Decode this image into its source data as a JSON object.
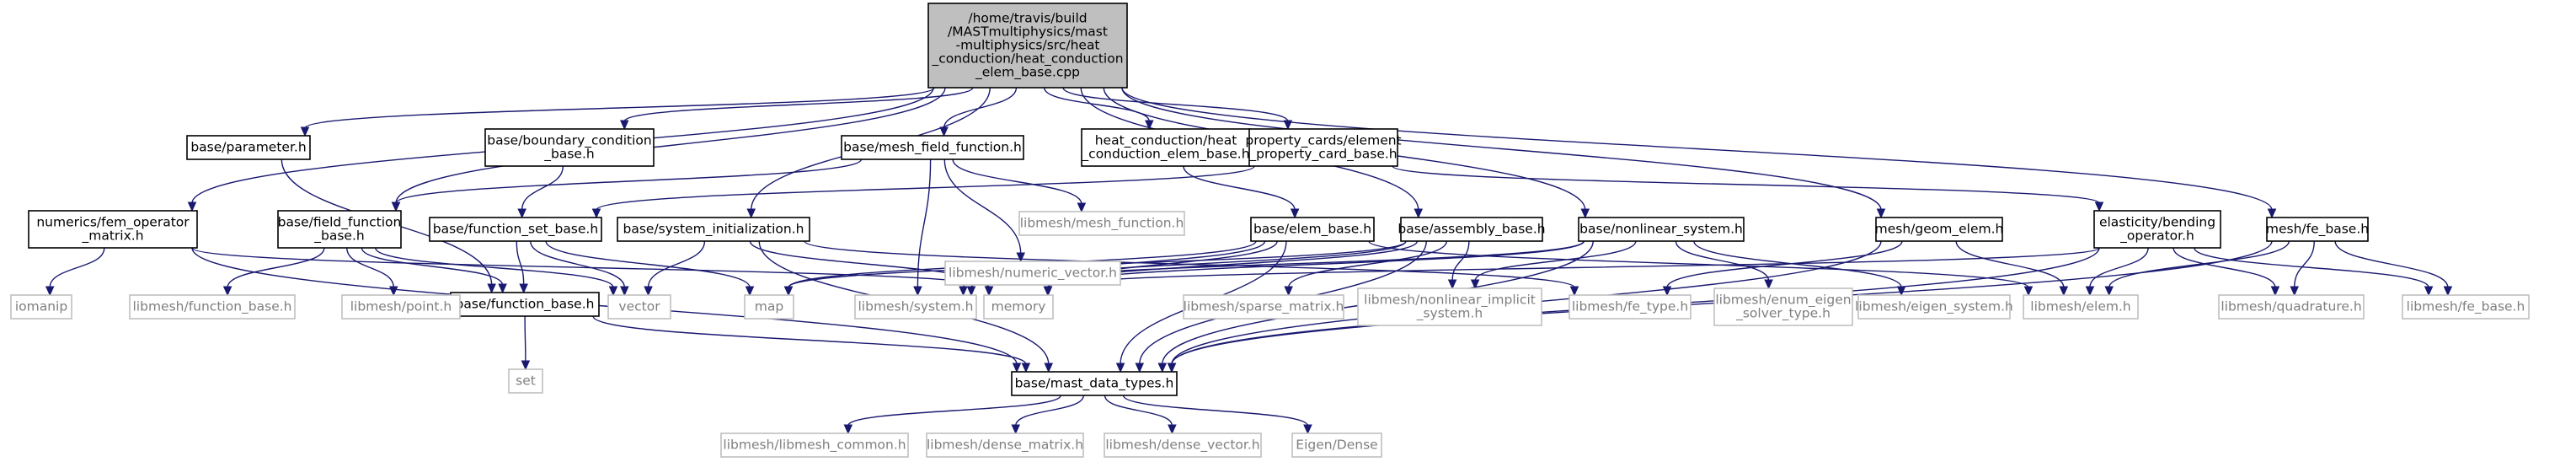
{
  "nodes": [
    {
      "id": "root",
      "kind": "root",
      "lines": [
        "/home/travis/build",
        "/MASTmultiphysics/mast",
        "-multiphysics/src/heat",
        "_conduction/heat_conduction",
        "_elem_base.cpp"
      ]
    },
    {
      "id": "numerics_fem_operator_matrix_h",
      "kind": "local",
      "lines": [
        "numerics/fem_operator",
        "_matrix.h"
      ]
    },
    {
      "id": "base_parameter_h",
      "kind": "local",
      "lines": [
        "base/parameter.h"
      ]
    },
    {
      "id": "base_boundary_condition_base_h",
      "kind": "local",
      "lines": [
        "base/boundary_condition",
        "_base.h"
      ]
    },
    {
      "id": "base_mesh_field_function_h",
      "kind": "local",
      "lines": [
        "base/mesh_field_function.h"
      ]
    },
    {
      "id": "heat_conduction_elem_base_h",
      "kind": "local",
      "lines": [
        "heat_conduction/heat",
        "_conduction_elem_base.h"
      ]
    },
    {
      "id": "property_cards_element_property_card_base_h",
      "kind": "local",
      "lines": [
        "property_cards/element",
        "_property_card_base.h"
      ]
    },
    {
      "id": "base_field_function_base_h",
      "kind": "local",
      "lines": [
        "base/field_function",
        "_base.h"
      ]
    },
    {
      "id": "base_function_set_base_h",
      "kind": "local",
      "lines": [
        "base/function_set_base.h"
      ]
    },
    {
      "id": "base_system_initialization_h",
      "kind": "local",
      "lines": [
        "base/system_initialization.h"
      ]
    },
    {
      "id": "base_elem_base_h",
      "kind": "local",
      "lines": [
        "base/elem_base.h"
      ]
    },
    {
      "id": "base_assembly_base_h",
      "kind": "local",
      "lines": [
        "base/assembly_base.h"
      ]
    },
    {
      "id": "base_nonlinear_system_h",
      "kind": "local",
      "lines": [
        "base/nonlinear_system.h"
      ]
    },
    {
      "id": "mesh_geom_elem_h",
      "kind": "local",
      "lines": [
        "mesh/geom_elem.h"
      ]
    },
    {
      "id": "elasticity_bending_operator_h",
      "kind": "local",
      "lines": [
        "elasticity/bending",
        "_operator.h"
      ]
    },
    {
      "id": "mesh_fe_base_h",
      "kind": "local",
      "lines": [
        "mesh/fe_base.h"
      ]
    },
    {
      "id": "base_function_base_h",
      "kind": "local",
      "lines": [
        "base/function_base.h"
      ]
    },
    {
      "id": "base_mast_data_types_h",
      "kind": "local",
      "lines": [
        "base/mast_data_types.h"
      ]
    },
    {
      "id": "iomanip",
      "kind": "external",
      "lines": [
        "iomanip"
      ]
    },
    {
      "id": "libmesh_function_base_h",
      "kind": "external",
      "lines": [
        "libmesh/function_base.h"
      ]
    },
    {
      "id": "libmesh_point_h",
      "kind": "external",
      "lines": [
        "libmesh/point.h"
      ]
    },
    {
      "id": "vector",
      "kind": "external",
      "lines": [
        "vector"
      ]
    },
    {
      "id": "map",
      "kind": "external",
      "lines": [
        "map"
      ]
    },
    {
      "id": "libmesh_system_h",
      "kind": "external",
      "lines": [
        "libmesh/system.h"
      ]
    },
    {
      "id": "memory",
      "kind": "external",
      "lines": [
        "memory"
      ]
    },
    {
      "id": "libmesh_numeric_vector_h",
      "kind": "external",
      "lines": [
        "libmesh/numeric_vector.h"
      ]
    },
    {
      "id": "libmesh_mesh_function_h",
      "kind": "external",
      "lines": [
        "libmesh/mesh_function.h"
      ]
    },
    {
      "id": "libmesh_sparse_matrix_h",
      "kind": "external",
      "lines": [
        "libmesh/sparse_matrix.h"
      ]
    },
    {
      "id": "libmesh_nonlinear_implicit_system_h",
      "kind": "external",
      "lines": [
        "libmesh/nonlinear_implicit",
        "_system.h"
      ]
    },
    {
      "id": "libmesh_fe_type_h",
      "kind": "external",
      "lines": [
        "libmesh/fe_type.h"
      ]
    },
    {
      "id": "libmesh_enum_eigen_solver_type_h",
      "kind": "external",
      "lines": [
        "libmesh/enum_eigen",
        "_solver_type.h"
      ]
    },
    {
      "id": "libmesh_eigen_system_h",
      "kind": "external",
      "lines": [
        "libmesh/eigen_system.h"
      ]
    },
    {
      "id": "libmesh_elem_h",
      "kind": "external",
      "lines": [
        "libmesh/elem.h"
      ]
    },
    {
      "id": "libmesh_quadrature_h",
      "kind": "external",
      "lines": [
        "libmesh/quadrature.h"
      ]
    },
    {
      "id": "libmesh_fe_base_h",
      "kind": "external",
      "lines": [
        "libmesh/fe_base.h"
      ]
    },
    {
      "id": "set",
      "kind": "external",
      "lines": [
        "set"
      ]
    },
    {
      "id": "libmesh_libmesh_common_h",
      "kind": "external",
      "lines": [
        "libmesh/libmesh_common.h"
      ]
    },
    {
      "id": "libmesh_dense_matrix_h",
      "kind": "external",
      "lines": [
        "libmesh/dense_matrix.h"
      ]
    },
    {
      "id": "libmesh_dense_vector_h",
      "kind": "external",
      "lines": [
        "libmesh/dense_vector.h"
      ]
    },
    {
      "id": "eigen_dense",
      "kind": "external",
      "lines": [
        "Eigen/Dense"
      ]
    }
  ],
  "edges": [
    [
      "root",
      "numerics_fem_operator_matrix_h"
    ],
    [
      "root",
      "base_parameter_h"
    ],
    [
      "root",
      "base_boundary_condition_base_h"
    ],
    [
      "root",
      "base_mesh_field_function_h"
    ],
    [
      "root",
      "heat_conduction_elem_base_h"
    ],
    [
      "root",
      "property_cards_element_property_card_base_h"
    ],
    [
      "root",
      "base_field_function_base_h"
    ],
    [
      "root",
      "base_system_initialization_h"
    ],
    [
      "root",
      "base_assembly_base_h"
    ],
    [
      "root",
      "base_nonlinear_system_h"
    ],
    [
      "root",
      "mesh_geom_elem_h"
    ],
    [
      "root",
      "mesh_fe_base_h"
    ],
    [
      "numerics_fem_operator_matrix_h",
      "iomanip"
    ],
    [
      "numerics_fem_operator_matrix_h",
      "memory"
    ],
    [
      "numerics_fem_operator_matrix_h",
      "base_mast_data_types_h"
    ],
    [
      "base_parameter_h",
      "base_function_base_h"
    ],
    [
      "base_boundary_condition_base_h",
      "base_function_set_base_h"
    ],
    [
      "base_mesh_field_function_h",
      "base_field_function_base_h"
    ],
    [
      "base_mesh_field_function_h",
      "libmesh_numeric_vector_h"
    ],
    [
      "base_mesh_field_function_h",
      "libmesh_mesh_function_h"
    ],
    [
      "base_mesh_field_function_h",
      "libmesh_system_h"
    ],
    [
      "heat_conduction_elem_base_h",
      "base_elem_base_h"
    ],
    [
      "property_cards_element_property_card_base_h",
      "base_function_set_base_h"
    ],
    [
      "property_cards_element_property_card_base_h",
      "elasticity_bending_operator_h"
    ],
    [
      "base_field_function_base_h",
      "libmesh_function_base_h"
    ],
    [
      "base_field_function_base_h",
      "libmesh_point_h"
    ],
    [
      "base_field_function_base_h",
      "base_function_base_h"
    ],
    [
      "base_field_function_base_h",
      "vector"
    ],
    [
      "base_function_set_base_h",
      "base_function_base_h"
    ],
    [
      "base_function_set_base_h",
      "vector"
    ],
    [
      "base_function_set_base_h",
      "map"
    ],
    [
      "base_system_initialization_h",
      "vector"
    ],
    [
      "base_system_initialization_h",
      "memory"
    ],
    [
      "base_system_initialization_h",
      "base_mast_data_types_h"
    ],
    [
      "base_system_initialization_h",
      "libmesh_fe_type_h"
    ],
    [
      "base_elem_base_h",
      "map"
    ],
    [
      "base_elem_base_h",
      "libmesh_system_h"
    ],
    [
      "base_elem_base_h",
      "memory"
    ],
    [
      "base_elem_base_h",
      "base_mast_data_types_h"
    ],
    [
      "base_elem_base_h",
      "libmesh_elem_h"
    ],
    [
      "base_assembly_base_h",
      "map"
    ],
    [
      "base_assembly_base_h",
      "libmesh_system_h"
    ],
    [
      "base_assembly_base_h",
      "memory"
    ],
    [
      "base_assembly_base_h",
      "base_mast_data_types_h"
    ],
    [
      "base_assembly_base_h",
      "libmesh_sparse_matrix_h"
    ],
    [
      "base_assembly_base_h",
      "libmesh_nonlinear_implicit_system_h"
    ],
    [
      "base_nonlinear_system_h",
      "memory"
    ],
    [
      "base_nonlinear_system_h",
      "libmesh_nonlinear_implicit_system_h"
    ],
    [
      "base_nonlinear_system_h",
      "base_mast_data_types_h"
    ],
    [
      "base_nonlinear_system_h",
      "libmesh_enum_eigen_solver_type_h"
    ],
    [
      "base_nonlinear_system_h",
      "libmesh_eigen_system_h"
    ],
    [
      "base_nonlinear_system_h",
      "libmesh_system_h"
    ],
    [
      "mesh_geom_elem_h",
      "libmesh_fe_type_h"
    ],
    [
      "mesh_geom_elem_h",
      "libmesh_elem_h"
    ],
    [
      "mesh_geom_elem_h",
      "base_mast_data_types_h"
    ],
    [
      "elasticity_bending_operator_h",
      "memory"
    ],
    [
      "elasticity_bending_operator_h",
      "libmesh_elem_h"
    ],
    [
      "elasticity_bending_operator_h",
      "libmesh_quadrature_h"
    ],
    [
      "elasticity_bending_operator_h",
      "libmesh_fe_base_h"
    ],
    [
      "elasticity_bending_operator_h",
      "base_mast_data_types_h"
    ],
    [
      "mesh_fe_base_h",
      "libmesh_elem_h"
    ],
    [
      "mesh_fe_base_h",
      "libmesh_quadrature_h"
    ],
    [
      "mesh_fe_base_h",
      "libmesh_fe_base_h"
    ],
    [
      "mesh_fe_base_h",
      "base_mast_data_types_h"
    ],
    [
      "base_function_base_h",
      "set"
    ],
    [
      "base_function_base_h",
      "base_mast_data_types_h"
    ],
    [
      "base_mast_data_types_h",
      "libmesh_libmesh_common_h"
    ],
    [
      "base_mast_data_types_h",
      "libmesh_dense_matrix_h"
    ],
    [
      "base_mast_data_types_h",
      "libmesh_dense_vector_h"
    ],
    [
      "base_mast_data_types_h",
      "eigen_dense"
    ]
  ]
}
